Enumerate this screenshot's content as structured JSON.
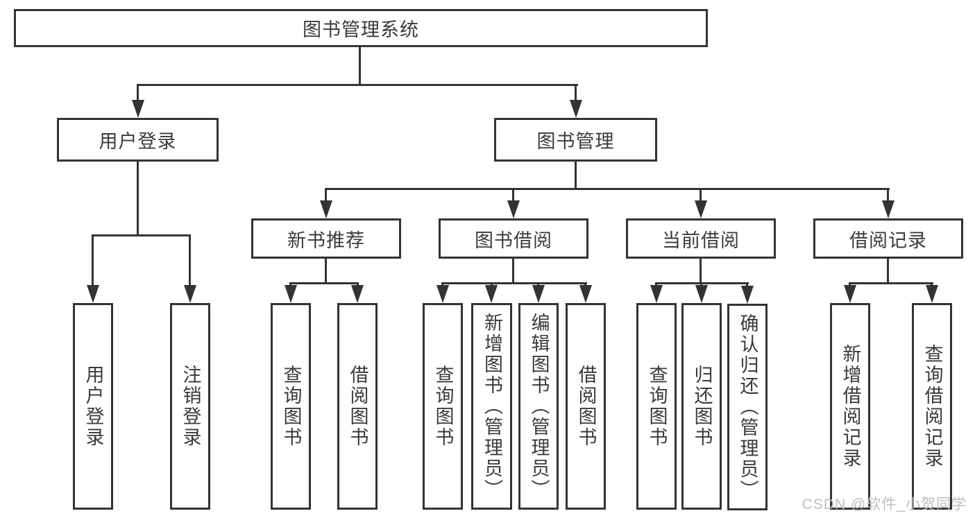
{
  "diagram": {
    "title_node": "图书管理系统",
    "root": {
      "label": "图书管理系统"
    },
    "branches": [
      {
        "label": "用户登录",
        "children": [
          {
            "label": "用户登录"
          },
          {
            "label": "注销登录"
          }
        ]
      },
      {
        "label": "图书管理",
        "children": [
          {
            "label": "新书推荐",
            "children": [
              {
                "label": "查询图书"
              },
              {
                "label": "借阅图书"
              }
            ]
          },
          {
            "label": "图书借阅",
            "children": [
              {
                "label": "查询图书"
              },
              {
                "label": "新增图书（管理员）"
              },
              {
                "label": "编辑图书（管理员）"
              },
              {
                "label": "借阅图书"
              }
            ]
          },
          {
            "label": "当前借阅",
            "children": [
              {
                "label": "查询图书"
              },
              {
                "label": "归还图书"
              },
              {
                "label": "确认归还（管理员）"
              }
            ]
          },
          {
            "label": "借阅记录",
            "children": [
              {
                "label": "新增借阅记录"
              },
              {
                "label": "查询借阅记录"
              }
            ]
          }
        ]
      }
    ],
    "watermark": "CSDN @软件_小贺同学",
    "colors": {
      "line": "#333333",
      "text": "#3a3a3a",
      "background": "#ffffff",
      "watermark": "#bdbdbd"
    }
  }
}
